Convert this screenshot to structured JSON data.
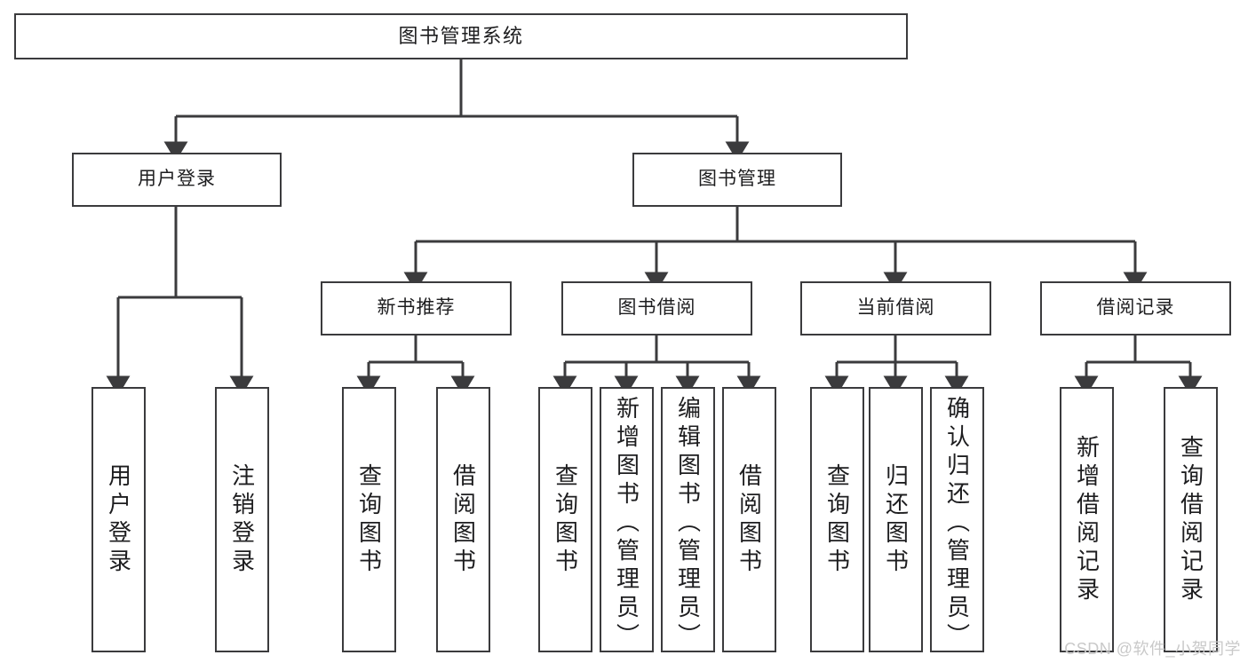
{
  "diagram": {
    "type": "tree-hierarchy-chart",
    "title": "图书管理系统",
    "orientation": "top-down",
    "stroke_color": "#3b3b3d",
    "box_fill": "#ffffff",
    "text_color": "#1d1d1f",
    "background": "#ffffff"
  },
  "root": {
    "label": "图书管理系统"
  },
  "level1": [
    {
      "label": "用户登录"
    },
    {
      "label": "图书管理"
    }
  ],
  "level2": [
    {
      "label": "新书推荐"
    },
    {
      "label": "图书借阅"
    },
    {
      "label": "当前借阅"
    },
    {
      "label": "借阅记录"
    }
  ],
  "leaves": {
    "user_login": [
      {
        "label": "用户登录"
      },
      {
        "label": "注销登录"
      }
    ],
    "new_book_recommend": [
      {
        "label": "查询图书"
      },
      {
        "label": "借阅图书"
      }
    ],
    "book_borrow": [
      {
        "label": "查询图书"
      },
      {
        "label": "新增图书（管理员）"
      },
      {
        "label": "编辑图书（管理员）"
      },
      {
        "label": "借阅图书"
      }
    ],
    "current_borrow": [
      {
        "label": "查询图书"
      },
      {
        "label": "归还图书"
      },
      {
        "label": "确认归还（管理员）"
      }
    ],
    "borrow_record": [
      {
        "label": "新增借阅记录"
      },
      {
        "label": "查询借阅记录"
      }
    ]
  },
  "watermark": {
    "text": "CSDN @软件_小贺同学",
    "color": "#c9c9c9"
  }
}
